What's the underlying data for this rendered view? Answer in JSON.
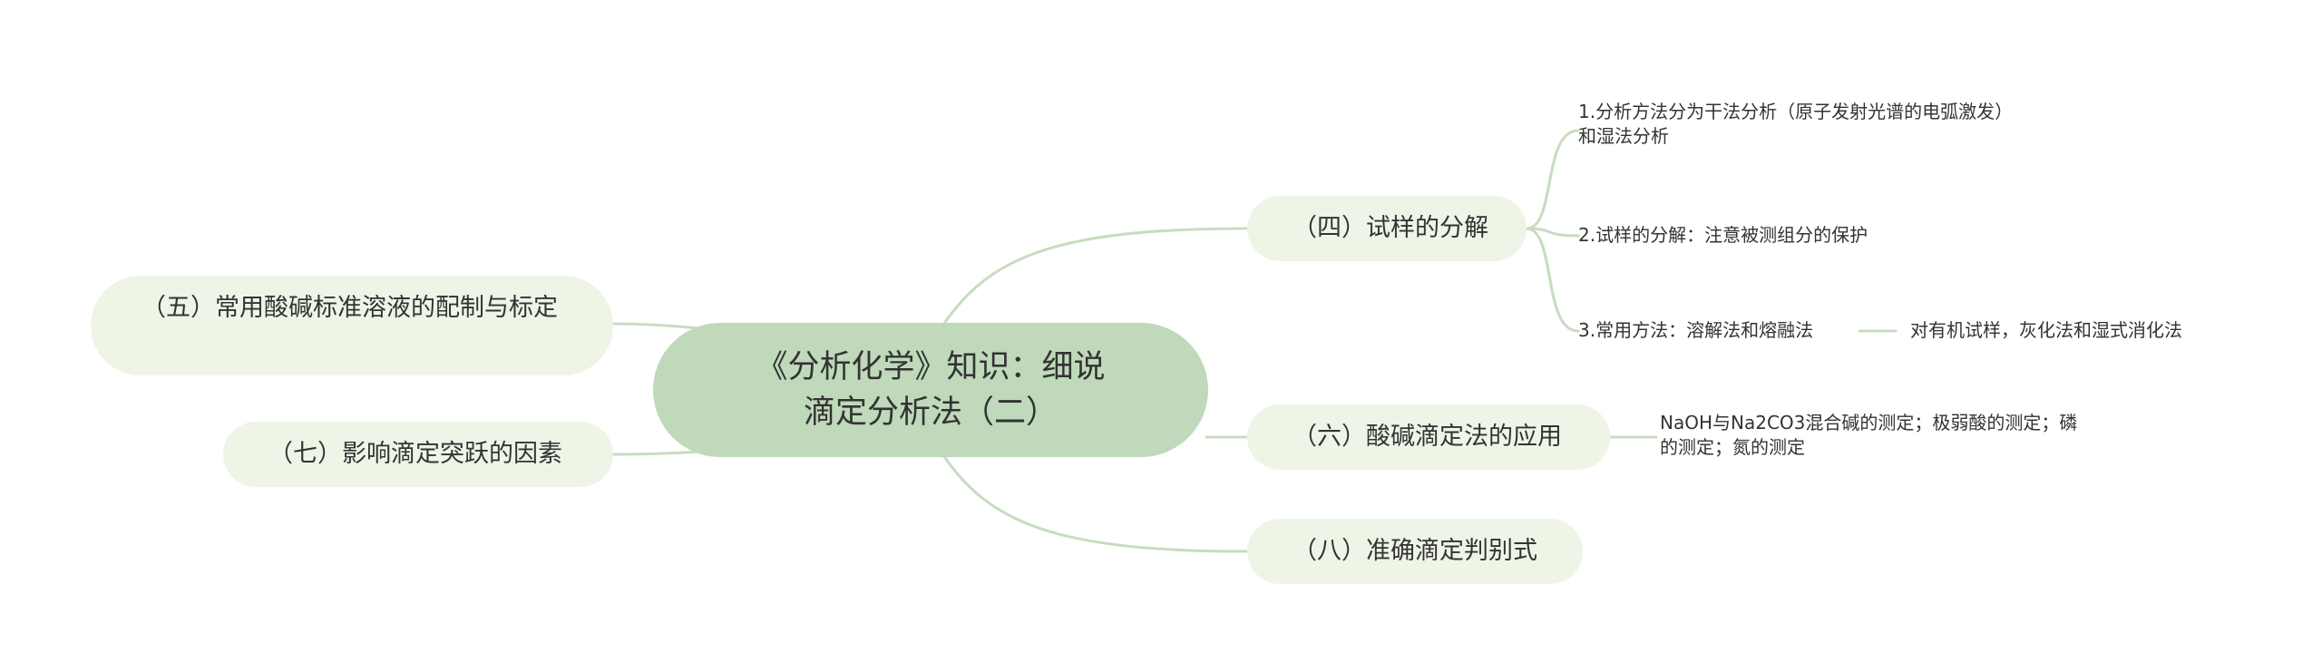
{
  "root": {
    "line1": "《分析化学》知识：细说",
    "line2": "滴定分析法（二）"
  },
  "branches": {
    "four": "（四）试样的分解",
    "five": "（五）常用酸碱标准溶液的配制与标定",
    "six": "（六）酸碱滴定法的应用",
    "seven": "（七）影响滴定突跃的因素",
    "eight": "（八）准确滴定判别式"
  },
  "leaves": {
    "method": "1.分析方法分为干法分析（原子发射光谱的电弧激发）和湿法分析",
    "decomp": "2.试样的分解：注意被测组分的保护",
    "common": "3.常用方法：溶解法和熔融法",
    "organic": "对有机试样，灰化法和湿式消化法",
    "naoh": "NaOH与Na2CO3混合碱的测定；极弱酸的测定；磷的测定；氮的测定"
  },
  "colors": {
    "root_fill": "#bfd9ba",
    "branch_fill": "#eef5e7",
    "connector": "#c7dcc0",
    "text": "#333333"
  }
}
